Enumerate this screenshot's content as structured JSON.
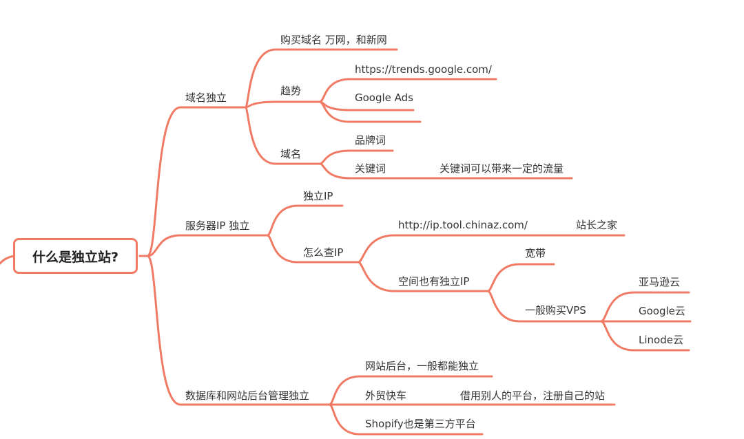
{
  "theme": {
    "edge_color": "#f07a63",
    "text_color": "#333333"
  },
  "root": {
    "label": "什么是独立站?"
  },
  "branches": [
    {
      "label": "域名独立",
      "children": [
        {
          "label": "购买域名 万网，和新网"
        },
        {
          "label": "趋势",
          "children": [
            {
              "label": "https://trends.google.com/"
            },
            {
              "label": "Google Ads"
            },
            {
              "label": ""
            }
          ]
        },
        {
          "label": "域名",
          "children": [
            {
              "label": "品牌词"
            },
            {
              "label": "关键词",
              "note": "关键词可以带来一定的流量"
            }
          ]
        }
      ]
    },
    {
      "label": "服务器IP 独立",
      "children": [
        {
          "label": "独立IP"
        },
        {
          "label": "怎么查IP",
          "children": [
            {
              "label": "http://ip.tool.chinaz.com/",
              "note": "站长之家"
            },
            {
              "label": "空间也有独立IP",
              "children": [
                {
                  "label": "宽带"
                },
                {
                  "label": "一般购买VPS",
                  "children": [
                    {
                      "label": "亚马逊云"
                    },
                    {
                      "label": "Google云"
                    },
                    {
                      "label": "Linode云"
                    }
                  ]
                }
              ]
            }
          ]
        }
      ]
    },
    {
      "label": "数据库和网站后台管理独立",
      "children": [
        {
          "label": "网站后台，一般都能独立"
        },
        {
          "label": "外贸快车",
          "note": "借用别人的平台，注册自己的站"
        },
        {
          "label": "Shopify也是第三方平台"
        }
      ]
    }
  ]
}
